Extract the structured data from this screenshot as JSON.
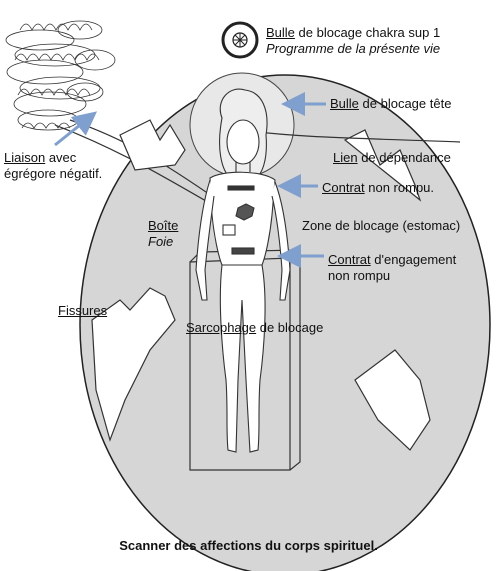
{
  "labels": {
    "bulle_chakra": {
      "key": "Bulle",
      "rest": " de blocage chakra sup 1",
      "sub": "Programme de la présente vie"
    },
    "bulle_tete": {
      "key": "Bulle",
      "rest": " de blocage tête"
    },
    "liaison": {
      "key": "Liaison",
      "rest": "  avec",
      "line2": "égrégore négatif."
    },
    "lien": {
      "key": "Lien",
      "rest": " de dépendance"
    },
    "contrat1": {
      "key": "Contrat",
      "rest": " non rompu."
    },
    "boite": {
      "key": "Boîte",
      "sub": "Foie"
    },
    "zone": {
      "text": "Zone de blocage (estomac)"
    },
    "contrat2": {
      "key": "Contrat",
      "rest": " d'engagement",
      "line2": "non rompu"
    },
    "fissures": {
      "key": "Fissures"
    },
    "sarcophage": {
      "key": "Sarcophage",
      "rest": " de blocage"
    }
  },
  "caption": "Scanner des affections du corps spirituel.",
  "colors": {
    "arrow": "#7f9fcf",
    "stroke": "#333333",
    "cloud": "#d8d8d8"
  }
}
